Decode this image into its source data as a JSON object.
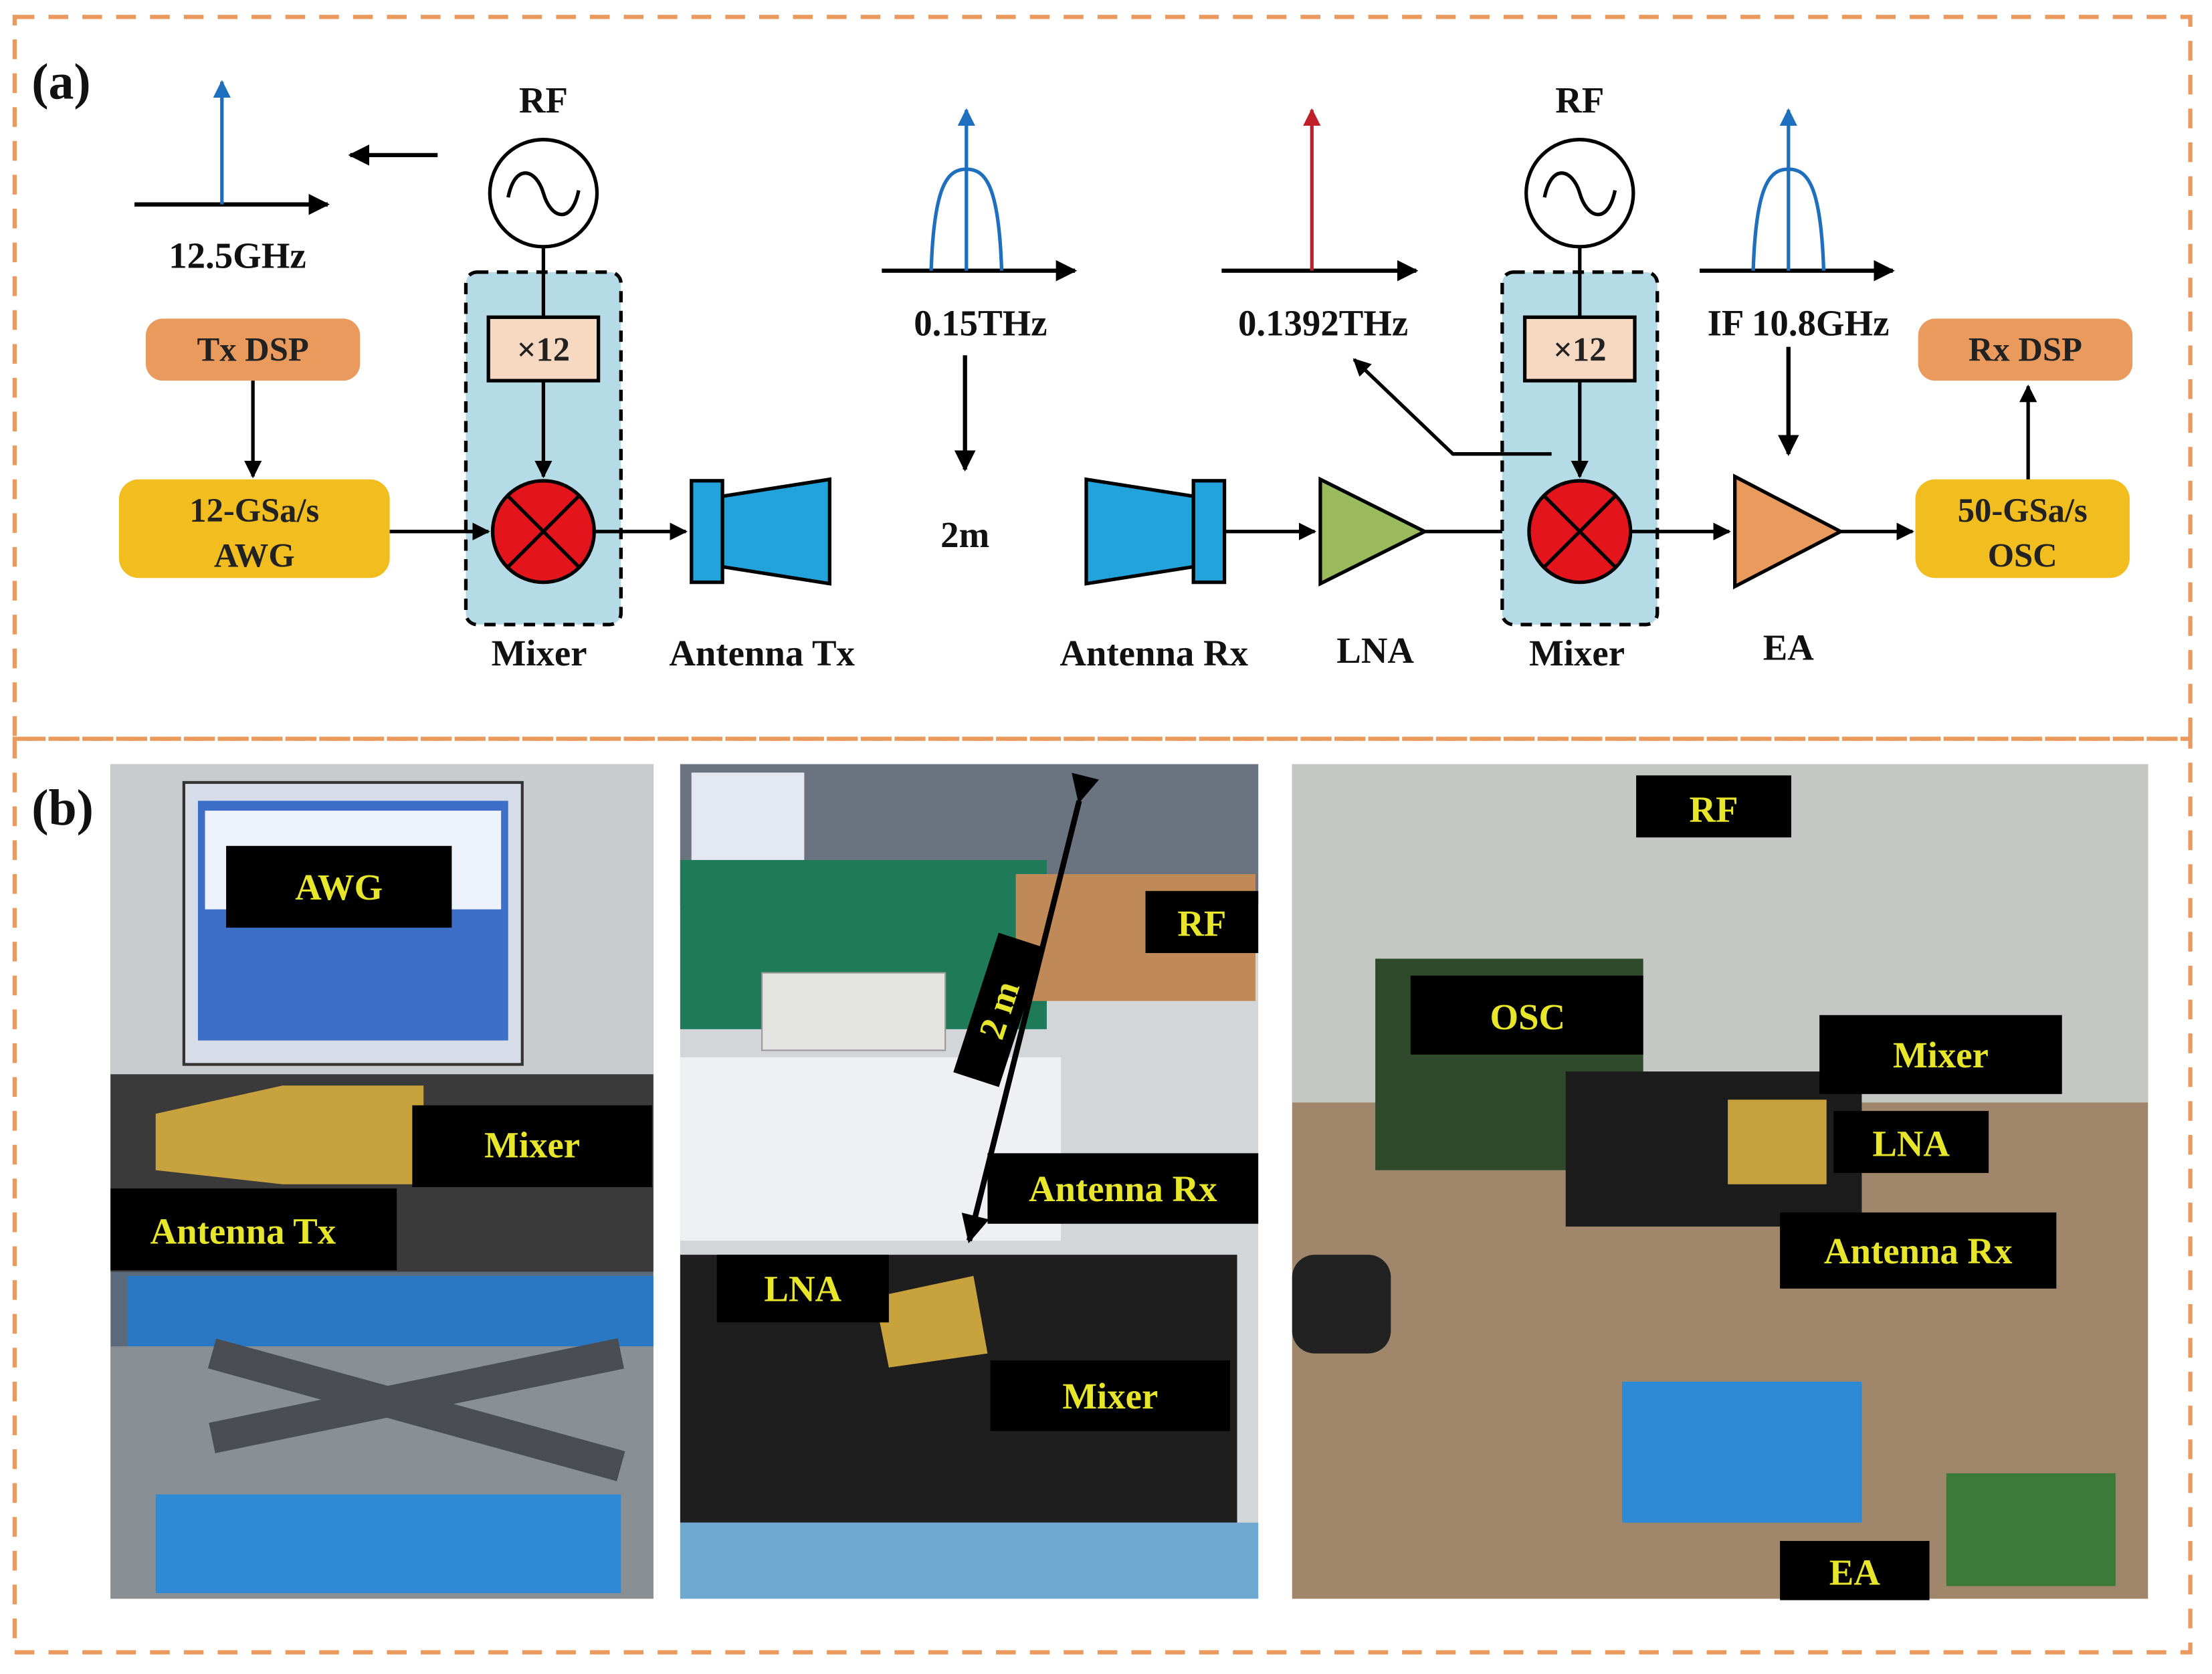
{
  "figure": {
    "panel_a": {
      "tag": "(a)",
      "spectra": [
        {
          "id": "lo-spectrum",
          "label": "12.5GHz",
          "shape": "single-tone",
          "color": "#1f6fbf"
        },
        {
          "id": "tx-spectrum",
          "label": "0.15THz",
          "shape": "modulated",
          "color": "#1f6fbf"
        },
        {
          "id": "rx-lo-spectrum",
          "label": "0.1392THz",
          "shape": "single-tone",
          "color": "#c0202a"
        },
        {
          "id": "if-spectrum",
          "label": "IF 10.8GHz",
          "shape": "modulated",
          "color": "#1f6fbf"
        }
      ],
      "tx": {
        "rf_label": "RF",
        "multiplier_label": "×12",
        "mixer_label": "Mixer",
        "dsp_label": "Tx DSP",
        "awg_line1": "12-GSa/s",
        "awg_line2": "AWG",
        "antenna_label": "Antenna Tx"
      },
      "link": {
        "distance_label": "2m"
      },
      "rx": {
        "antenna_label": "Antenna Rx",
        "lna_label": "LNA",
        "rf_label": "RF",
        "multiplier_label": "×12",
        "mixer_label": "Mixer",
        "ea_label": "EA",
        "osc_line1": "50-GSa/s",
        "osc_line2": "OSC",
        "dsp_label": "Rx DSP"
      },
      "colors": {
        "dsp": "#eb9a5e",
        "instrument": "#f2bd1e",
        "mixer_bg": "#b5dbe6",
        "mixer": "#e3141b",
        "multiplier": "#f7d9c2",
        "antenna": "#22a3dc",
        "lna": "#9aba5c",
        "ea": "#eb9a5e",
        "frame": "#eb9a5e"
      }
    },
    "panel_b": {
      "tag": "(b)",
      "photos": [
        {
          "id": "tx-photo",
          "labels": [
            "AWG",
            "Mixer",
            "Antenna Tx"
          ]
        },
        {
          "id": "link-photo",
          "labels": [
            "RF",
            "2 m",
            "Antenna Rx",
            "LNA",
            "Mixer"
          ]
        },
        {
          "id": "rx-photo",
          "labels": [
            "RF",
            "OSC",
            "Mixer",
            "LNA",
            "Antenna Rx",
            "EA"
          ]
        }
      ]
    }
  }
}
